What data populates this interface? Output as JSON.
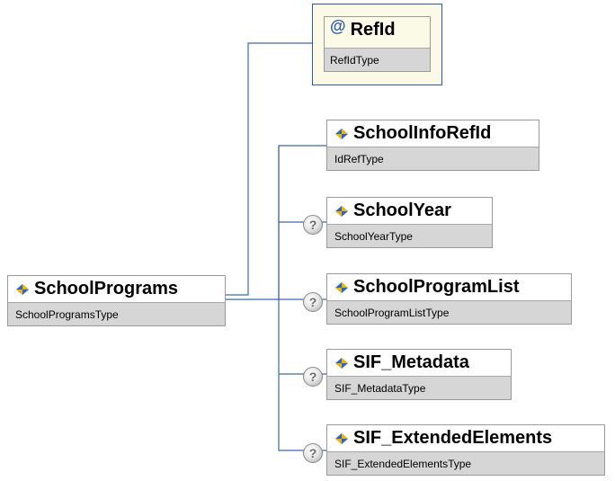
{
  "root": {
    "name": "SchoolPrograms",
    "type": "SchoolProgramsType"
  },
  "attribute": {
    "symbol": "@",
    "name": "RefId",
    "type": "RefIdType"
  },
  "elements": [
    {
      "name": "SchoolInfoRefId",
      "type": "IdRefType",
      "optional": false
    },
    {
      "name": "SchoolYear",
      "type": "SchoolYearType",
      "optional": true
    },
    {
      "name": "SchoolProgramList",
      "type": "SchoolProgramListType",
      "optional": true
    },
    {
      "name": "SIF_Metadata",
      "type": "SIF_MetadataType",
      "optional": true
    },
    {
      "name": "SIF_ExtendedElements",
      "type": "SIF_ExtendedElementsType",
      "optional": true
    }
  ],
  "optional_marker": "?",
  "icons": {
    "element": "element-icon",
    "optional": "question-mark-icon"
  },
  "colors": {
    "connector": "#3b67b0",
    "attribute_border": "#2c5aa8",
    "type_band": "#d6d6d6",
    "attribute_bg": "#fbfae6"
  }
}
